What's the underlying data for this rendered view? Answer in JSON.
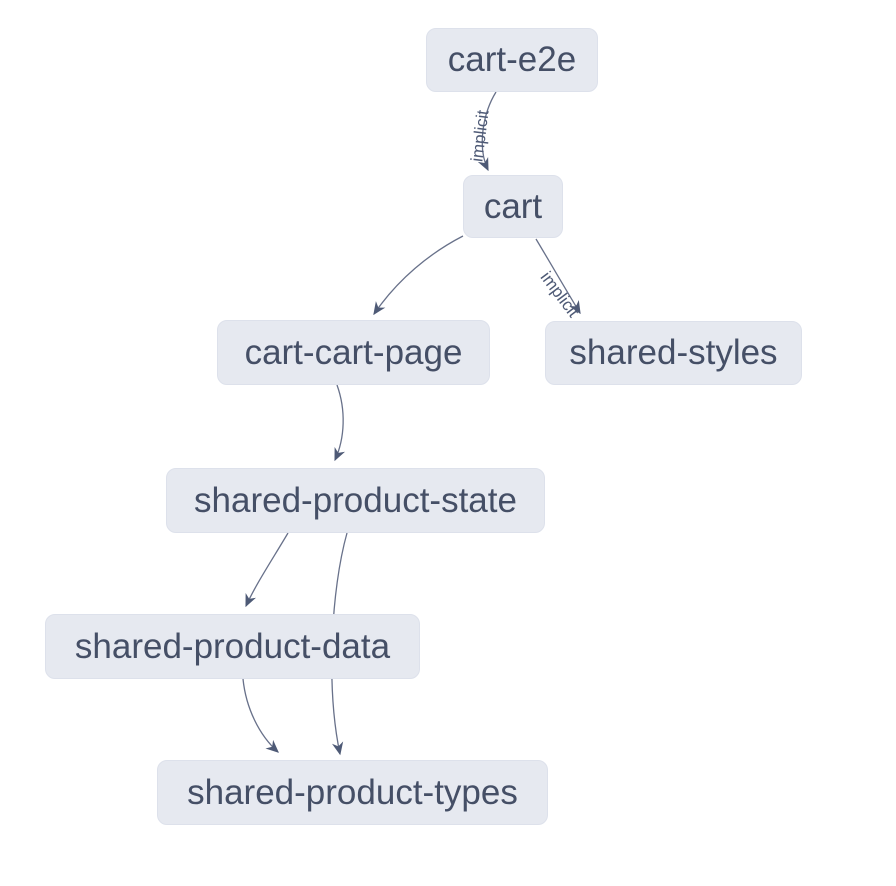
{
  "graph": {
    "kind": "project-dependency-graph",
    "nodes": [
      {
        "id": "cart-e2e",
        "label": "cart-e2e"
      },
      {
        "id": "cart",
        "label": "cart"
      },
      {
        "id": "cart-cart-page",
        "label": "cart-cart-page"
      },
      {
        "id": "shared-styles",
        "label": "shared-styles"
      },
      {
        "id": "shared-product-state",
        "label": "shared-product-state"
      },
      {
        "id": "shared-product-data",
        "label": "shared-product-data"
      },
      {
        "id": "shared-product-types",
        "label": "shared-product-types"
      }
    ],
    "edges": [
      {
        "from": "cart-e2e",
        "to": "cart",
        "label": "implicit"
      },
      {
        "from": "cart",
        "to": "cart-cart-page",
        "label": ""
      },
      {
        "from": "cart",
        "to": "shared-styles",
        "label": "implicit"
      },
      {
        "from": "cart-cart-page",
        "to": "shared-product-state",
        "label": ""
      },
      {
        "from": "shared-product-state",
        "to": "shared-product-data",
        "label": ""
      },
      {
        "from": "shared-product-state",
        "to": "shared-product-types",
        "label": ""
      },
      {
        "from": "shared-product-data",
        "to": "shared-product-types",
        "label": ""
      }
    ],
    "colors": {
      "background": "#ffffff",
      "node_fill": "#e6e9f0",
      "node_border": "#dde1eb",
      "node_text": "#454f66",
      "edge_stroke": "#68718a",
      "arrowhead_fill": "#4e5a76",
      "edge_label_text": "#4e5a76"
    }
  }
}
